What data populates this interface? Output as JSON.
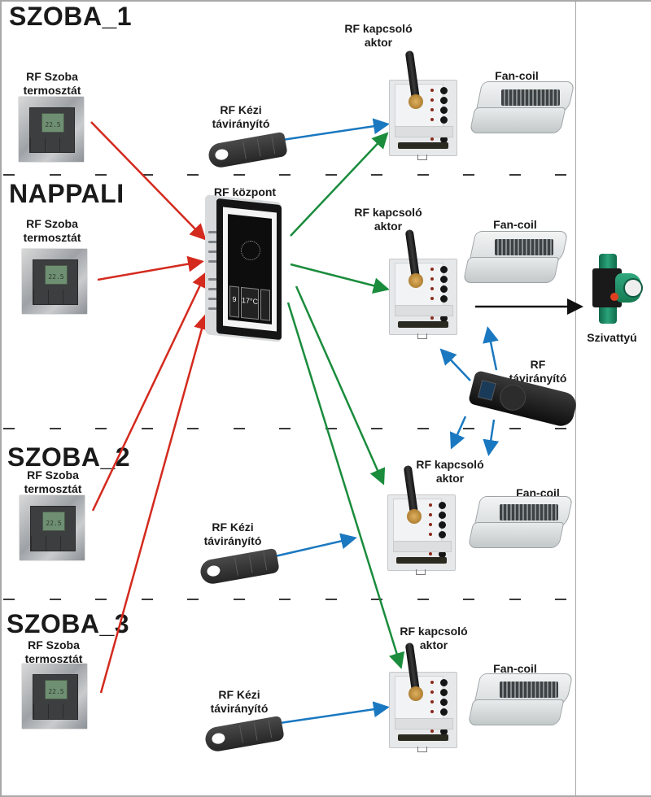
{
  "diagram": {
    "rooms": {
      "szoba1": "SZOBA_1",
      "nappali": "NAPPALI",
      "szoba2": "SZOBA_2",
      "szoba3": "SZOBA_3"
    },
    "labels": {
      "thermostat_line1": "RF Szoba",
      "thermostat_line2": "termosztát",
      "keyfob_line1": "RF Kézi",
      "keyfob_line2": "távirányító",
      "actor_line1": "RF kapcsoló",
      "actor_line2": "aktor",
      "fancoil": "Fan-coil",
      "central": "RF központ",
      "remote_line1": "RF",
      "remote_line2": "távirányító",
      "pump": "Szivattyú"
    },
    "thermostat_display": "22.5",
    "central_screen": {
      "tile1_value": "9",
      "tile2_value": "17°C",
      "tile3_value": ""
    },
    "link_colors": {
      "thermostat_to_central": "#d42a1e",
      "central_to_actor": "#1a8c3c",
      "remote_to_actor": "#1a78c0",
      "actor_to_pump": "#111111"
    },
    "links": [
      {
        "from": "thermostat-szoba1",
        "to": "central",
        "type": "thermostat_to_central"
      },
      {
        "from": "thermostat-nappali",
        "to": "central",
        "type": "thermostat_to_central"
      },
      {
        "from": "thermostat-szoba2",
        "to": "central",
        "type": "thermostat_to_central"
      },
      {
        "from": "thermostat-szoba3",
        "to": "central",
        "type": "thermostat_to_central"
      },
      {
        "from": "central",
        "to": "actor-szoba1",
        "type": "central_to_actor"
      },
      {
        "from": "central",
        "to": "actor-nappali",
        "type": "central_to_actor"
      },
      {
        "from": "central",
        "to": "actor-szoba2",
        "type": "central_to_actor"
      },
      {
        "from": "central",
        "to": "actor-szoba3",
        "type": "central_to_actor"
      },
      {
        "from": "keyfob-szoba1",
        "to": "actor-szoba1",
        "type": "remote_to_actor"
      },
      {
        "from": "keyfob-szoba2",
        "to": "actor-szoba2",
        "type": "remote_to_actor"
      },
      {
        "from": "keyfob-szoba3",
        "to": "actor-szoba3",
        "type": "remote_to_actor"
      },
      {
        "from": "remote",
        "to": "actor-nappali",
        "type": "remote_to_actor"
      },
      {
        "from": "remote",
        "to": "actor-szoba2",
        "type": "remote_to_actor"
      },
      {
        "from": "actor-nappali",
        "to": "pump",
        "type": "actor_to_pump"
      }
    ]
  }
}
